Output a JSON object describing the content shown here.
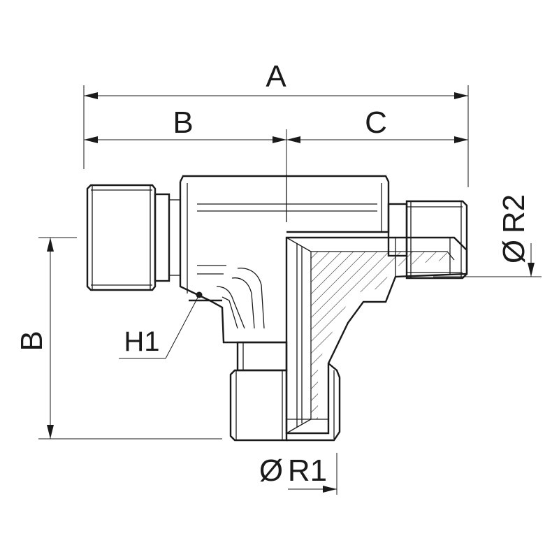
{
  "dimensions": {
    "overall_width": "A",
    "left_width": "B",
    "right_width": "C",
    "height": "B",
    "bottom_thread": "R1",
    "right_thread": "R2",
    "diameter_symbol": "Ø",
    "seal_marker": "H1"
  },
  "colors": {
    "line": "#1a1a1a",
    "background": "#ffffff"
  }
}
